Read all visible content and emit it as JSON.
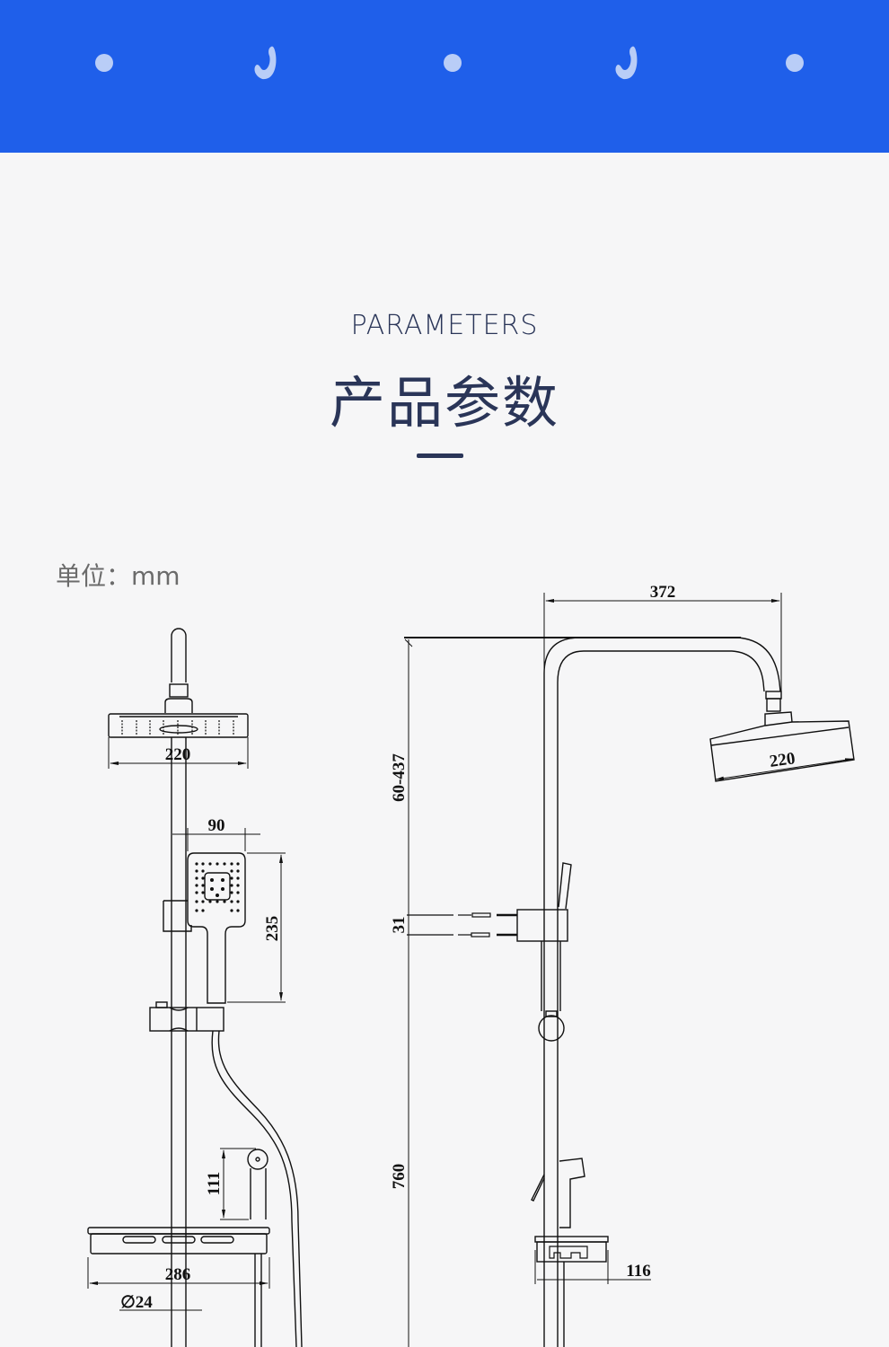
{
  "banner": {
    "background_color": "#1f5fea",
    "decor_color": "#b9cdf7",
    "decorations": [
      "dot",
      "hook",
      "dot",
      "hook",
      "dot"
    ]
  },
  "header": {
    "title_en": "PARAMETERS",
    "title_cn": "产品参数",
    "text_color": "#2a3558"
  },
  "unit_label": "单位：mm",
  "diagram": {
    "front_view": {
      "dimensions": {
        "overhead_shower_width": "220",
        "hand_shower_width": "90",
        "hand_shower_length": "235",
        "bidet_sprayer_height": "111",
        "shelf_width": "286",
        "rail_diameter": "∅24"
      }
    },
    "side_view": {
      "dimensions": {
        "arm_reach": "372",
        "overhead_shower_width": "220",
        "height_adjust_range": "60-437",
        "mount_spacing": "31",
        "rail_height": "760",
        "holder_depth": "116"
      }
    }
  }
}
